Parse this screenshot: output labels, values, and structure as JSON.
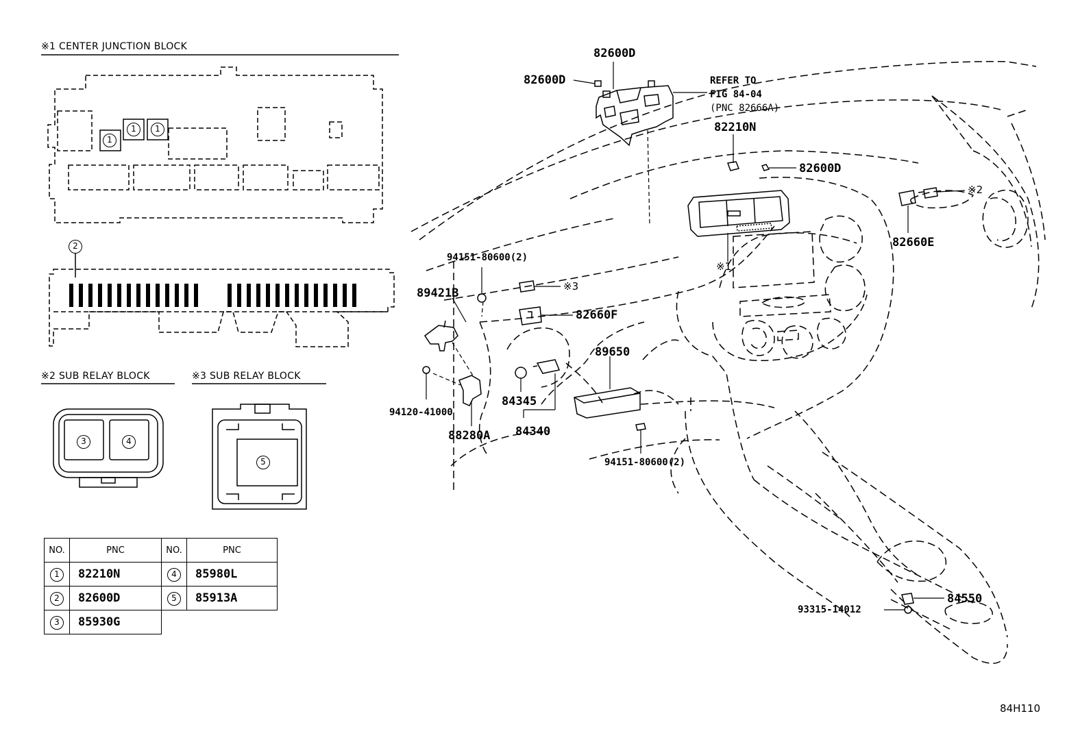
{
  "sections": {
    "center_junction": "※1 CENTER JUNCTION BLOCK",
    "sub_relay_2": "※2 SUB RELAY BLOCK",
    "sub_relay_3": "※3 SUB RELAY BLOCK"
  },
  "circles": {
    "c1": "1",
    "c2": "2",
    "c3": "3",
    "c4": "4",
    "c5": "5"
  },
  "labels": {
    "l_82600D_top": "82600D",
    "l_82600D_left": "82600D",
    "refer_1": "REFER TO",
    "refer_2": "FIG 84-04",
    "refer_3": "(PNC 82666A)",
    "l_82210N": "82210N",
    "l_82600D_right": "82600D",
    "l_mark2": "※2",
    "l_82660E": "82660E",
    "l_mark1": "※1",
    "l_94151_a": "94151-80600(2)",
    "l_mark3": "※3",
    "l_89421B": "89421B",
    "l_82660F": "82660F",
    "l_89650": "89650",
    "l_84345": "84345",
    "l_84340": "84340",
    "l_94120": "94120-41000",
    "l_88280A": "88280A",
    "l_94151_b": "94151-80600(2)",
    "l_93315": "93315-14012",
    "l_84550": "84550",
    "fig_code": "84H110"
  },
  "table": {
    "headers": [
      "NO.",
      "PNC",
      "NO.",
      "PNC"
    ],
    "rows": [
      {
        "no1": "1",
        "pnc1": "82210N",
        "no2": "4",
        "pnc2": "85980L"
      },
      {
        "no1": "2",
        "pnc1": "82600D",
        "no2": "5",
        "pnc2": "85913A"
      },
      {
        "no1": "3",
        "pnc1": "85930G"
      }
    ]
  }
}
